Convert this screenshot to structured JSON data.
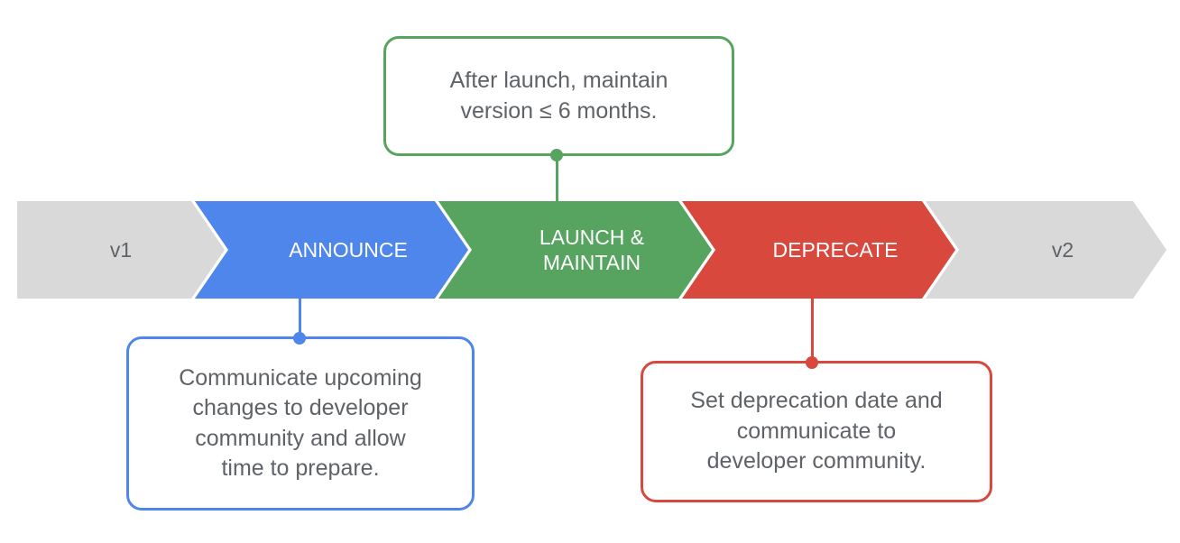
{
  "diagram": {
    "title": "API version lifecycle process arrow",
    "colors": {
      "blue": "#4e86ec",
      "green": "#56a45f",
      "red": "#d9483c",
      "gray": "#d9d9d9",
      "text_gray": "#5f6368",
      "text_on_fill": "#ffffff",
      "background": "#ffffff"
    },
    "stages": [
      {
        "id": "v1",
        "label": "v1",
        "color": "#d9d9d9",
        "text_style": "muted"
      },
      {
        "id": "announce",
        "label": "ANNOUNCE",
        "color": "#4e86ec",
        "text_style": "onfill"
      },
      {
        "id": "launch-maintain",
        "label": "LAUNCH &\nMAINTAIN",
        "color": "#56a45f",
        "text_style": "onfill"
      },
      {
        "id": "deprecate",
        "label": "DEPRECATE",
        "color": "#d9483c",
        "text_style": "onfill"
      },
      {
        "id": "v2",
        "label": "v2",
        "color": "#d9d9d9",
        "text_style": "muted"
      }
    ],
    "callouts": [
      {
        "id": "launch-maintain-note",
        "attached_to": "launch-maintain",
        "position": "above",
        "color": "#56a45f",
        "text": "After launch, maintain\nversion ≤ 6 months."
      },
      {
        "id": "announce-note",
        "attached_to": "announce",
        "position": "below",
        "color": "#4e86ec",
        "text": "Communicate upcoming\nchanges to developer\ncommunity and allow\ntime to prepare."
      },
      {
        "id": "deprecate-note",
        "attached_to": "deprecate",
        "position": "below",
        "color": "#d9483c",
        "text": "Set deprecation date and\ncommunicate to\ndeveloper community."
      }
    ]
  }
}
